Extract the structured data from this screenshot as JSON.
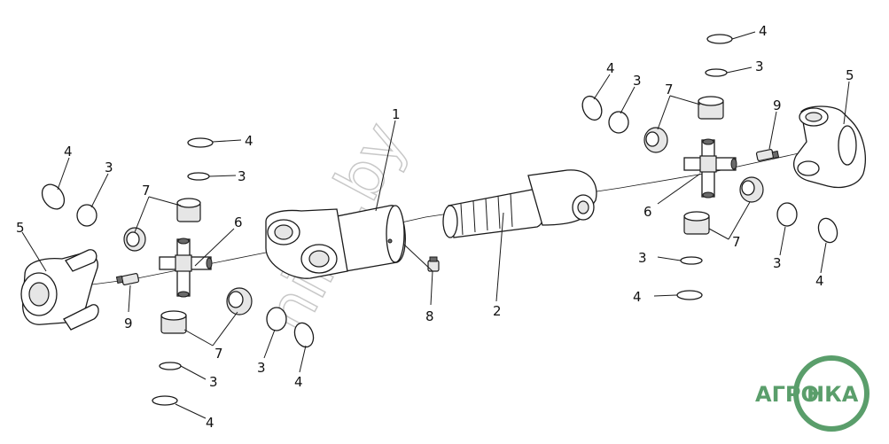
{
  "watermark": "nika.by",
  "logo": {
    "text_left": "АГРО",
    "text_right": "НКА",
    "color": "#5a9e6b"
  },
  "callouts": [
    {
      "id": "c1",
      "label": "1"
    },
    {
      "id": "c2",
      "label": "2"
    },
    {
      "id": "c3a",
      "label": "3"
    },
    {
      "id": "c3b",
      "label": "3"
    },
    {
      "id": "c3c",
      "label": "3"
    },
    {
      "id": "c3d",
      "label": "3"
    },
    {
      "id": "c3e",
      "label": "3"
    },
    {
      "id": "c3f",
      "label": "3"
    },
    {
      "id": "c3g",
      "label": "3"
    },
    {
      "id": "c3h",
      "label": "3"
    },
    {
      "id": "c4a",
      "label": "4"
    },
    {
      "id": "c4b",
      "label": "4"
    },
    {
      "id": "c4c",
      "label": "4"
    },
    {
      "id": "c4d",
      "label": "4"
    },
    {
      "id": "c4e",
      "label": "4"
    },
    {
      "id": "c4f",
      "label": "4"
    },
    {
      "id": "c4g",
      "label": "4"
    },
    {
      "id": "c4h",
      "label": "4"
    },
    {
      "id": "c5a",
      "label": "5"
    },
    {
      "id": "c5b",
      "label": "5"
    },
    {
      "id": "c6a",
      "label": "6"
    },
    {
      "id": "c6b",
      "label": "6"
    },
    {
      "id": "c7a",
      "label": "7"
    },
    {
      "id": "c7b",
      "label": "7"
    },
    {
      "id": "c7c",
      "label": "7"
    },
    {
      "id": "c7d",
      "label": "7"
    },
    {
      "id": "c8",
      "label": "8"
    },
    {
      "id": "c9a",
      "label": "9"
    },
    {
      "id": "c9b",
      "label": "9"
    }
  ]
}
